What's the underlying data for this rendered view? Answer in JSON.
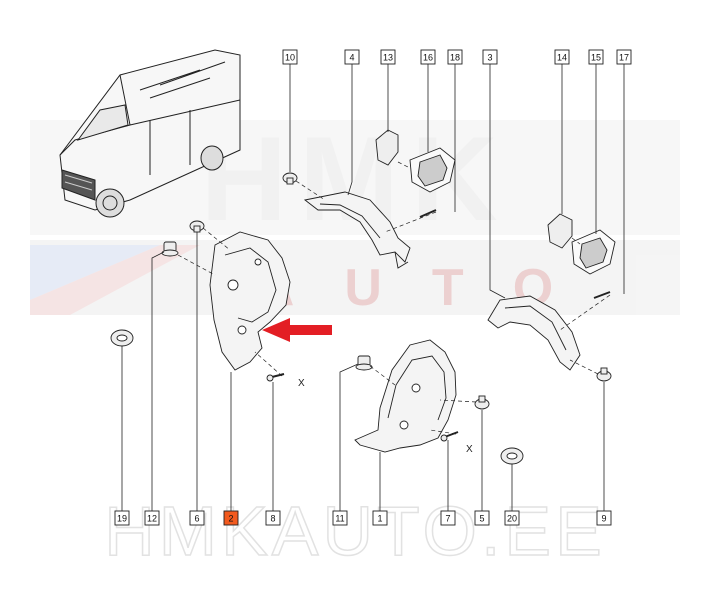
{
  "watermark": {
    "logo_text": "HMK",
    "logo_sub": "AUTO",
    "footer_text": "HMKAUTO.EE",
    "colors": {
      "red": "#e05a5a",
      "blue": "#5a7fc4",
      "gray": "#d0d0d0"
    }
  },
  "colors": {
    "line": "#222222",
    "highlight": "#f25a1e",
    "arrow": "#e31e24"
  },
  "callouts": [
    {
      "label": "10",
      "highlighted": false
    },
    {
      "label": "4",
      "highlighted": false
    },
    {
      "label": "13",
      "highlighted": false
    },
    {
      "label": "16",
      "highlighted": false
    },
    {
      "label": "18",
      "highlighted": false
    },
    {
      "label": "3",
      "highlighted": false
    },
    {
      "label": "14",
      "highlighted": false
    },
    {
      "label": "15",
      "highlighted": false
    },
    {
      "label": "17",
      "highlighted": false
    },
    {
      "label": "19",
      "highlighted": false
    },
    {
      "label": "12",
      "highlighted": false
    },
    {
      "label": "6",
      "highlighted": false
    },
    {
      "label": "2",
      "highlighted": true
    },
    {
      "label": "8",
      "highlighted": false
    },
    {
      "label": "11",
      "highlighted": false
    },
    {
      "label": "1",
      "highlighted": false
    },
    {
      "label": "7",
      "highlighted": false
    },
    {
      "label": "5",
      "highlighted": false
    },
    {
      "label": "20",
      "highlighted": false
    },
    {
      "label": "9",
      "highlighted": false
    }
  ],
  "markers": {
    "x_mark": "X"
  }
}
